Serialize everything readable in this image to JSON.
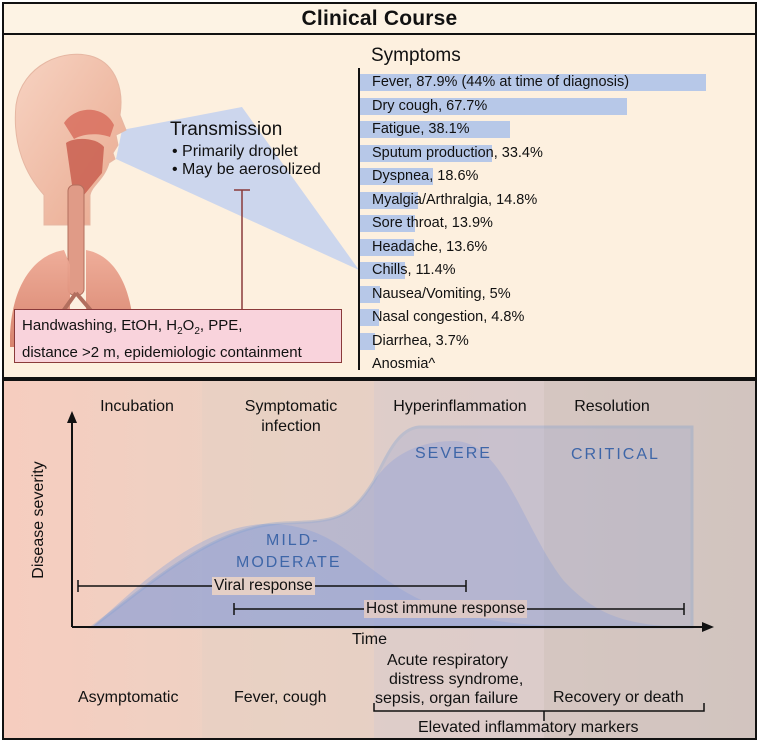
{
  "title": "Clinical Course",
  "transmission": {
    "heading": "Transmission",
    "bullets": [
      "Primarily droplet",
      "May be aerosolized"
    ],
    "prevention_line1_parts": [
      "Handwashing, EtOH, H",
      "2",
      "O",
      "2",
      ", PPE,"
    ],
    "prevention_line2": "distance >2 m, epidemiologic containment"
  },
  "symptoms": {
    "heading": "Symptoms",
    "items": [
      {
        "label": "Fever, 87.9% (44% at time of diagnosis)",
        "percent": 87.9
      },
      {
        "label": "Dry cough, 67.7%",
        "percent": 67.7
      },
      {
        "label": "Fatigue, 38.1%",
        "percent": 38.1
      },
      {
        "label": "Sputum production, 33.4%",
        "percent": 33.4
      },
      {
        "label": "Dyspnea, 18.6%",
        "percent": 18.6
      },
      {
        "label": "Myalgia/Arthralgia, 14.8%",
        "percent": 14.8
      },
      {
        "label": "Sore throat, 13.9%",
        "percent": 13.9
      },
      {
        "label": "Headache, 13.6%",
        "percent": 13.6
      },
      {
        "label": "Chills, 11.4%",
        "percent": 11.4
      },
      {
        "label": "Nausea/Vomiting, 5%",
        "percent": 5
      },
      {
        "label": "Nasal congestion, 4.8%",
        "percent": 4.8
      },
      {
        "label": "Diarrhea, 3.7%",
        "percent": 3.7
      },
      {
        "label": "Anosmia^",
        "percent": null
      }
    ]
  },
  "course": {
    "phases": [
      "Incubation",
      "Symptomatic infection",
      "Hyperinflammation",
      "Resolution"
    ],
    "y_axis_label": "Disease severity",
    "x_axis_label": "Time",
    "severity_labels": {
      "mild_line1": "MILD-",
      "mild_line2": "MODERATE",
      "severe": "SEVERE",
      "critical": "CRITICAL"
    },
    "viral_response": "Viral response",
    "host_response": "Host immune response",
    "outcomes": {
      "asymptomatic": "Asymptomatic",
      "fever_cough": "Fever, cough",
      "ards_line1": "Acute respiratory",
      "ards_line2": "distress syndrome,",
      "ards_line3": "sepsis, organ failure",
      "recovery": "Recovery or death",
      "markers": "Elevated inflammatory markers"
    }
  },
  "colors": {
    "bar": "#b7c8e8",
    "curve": "#5b8ed6",
    "severity_text": "#3e66a8",
    "prevention_box": "#f9d3dc"
  }
}
